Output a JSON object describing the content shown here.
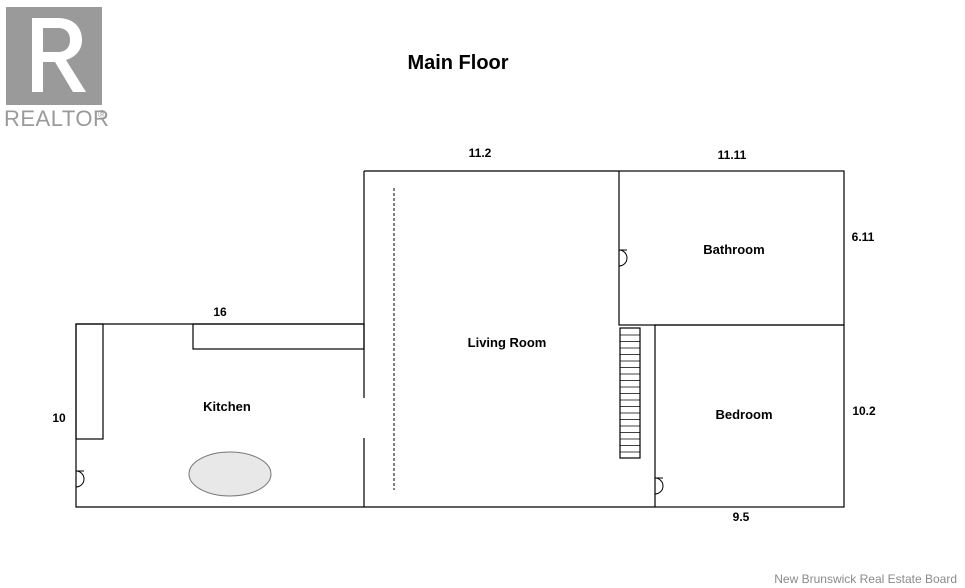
{
  "title": "Main Floor",
  "logo": {
    "text": "REALTOR",
    "mark": "®",
    "icon": "realtor-r-logo"
  },
  "rooms": {
    "living_room": "Living Room",
    "kitchen": "Kitchen",
    "bathroom": "Bathroom",
    "bedroom": "Bedroom"
  },
  "dimensions": {
    "living_top": "11.2",
    "bath_top": "11.11",
    "bath_side": "6.11",
    "kitchen_top": "16",
    "kitchen_side": "10",
    "bed_side": "10.2",
    "bed_bottom": "9.5"
  },
  "footer": "New Brunswick Real Estate Board",
  "colors": {
    "logo_gray": "#9a9a9a",
    "table_fill": "#e8e8e8",
    "line": "#000000"
  }
}
